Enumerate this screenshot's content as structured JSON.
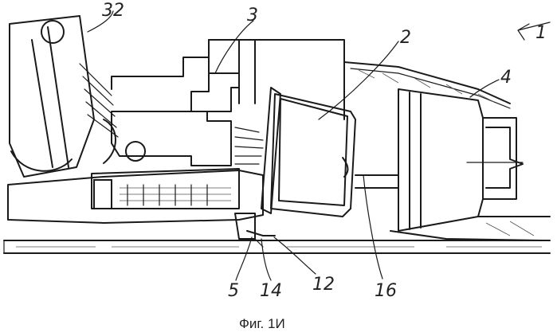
{
  "figure": {
    "caption": "Фиг. 1И",
    "labels": {
      "l1": "1",
      "l2": "2",
      "l3": "3",
      "l4": "4",
      "l5": "5",
      "l12": "12",
      "l14": "14",
      "l16": "16",
      "l32": "32"
    }
  }
}
